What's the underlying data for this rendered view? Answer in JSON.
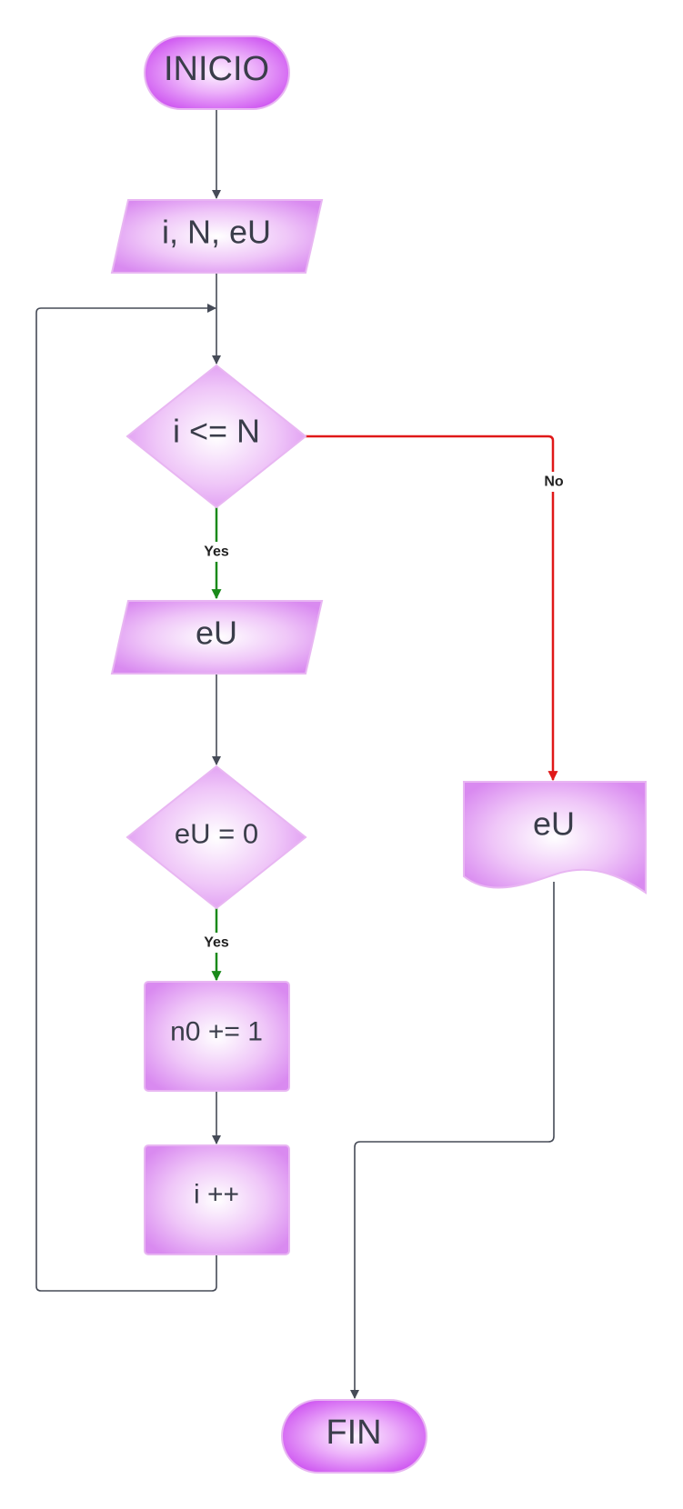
{
  "nodes": {
    "start": "INICIO",
    "input": "i, N, eU",
    "cond_loop": "i <= N",
    "read_eu": "eU",
    "cond_zero": "eU = 0",
    "increment_n0": "n0 += 1",
    "increment_i": "i ++",
    "output_eu": "eU",
    "end": "FIN"
  },
  "edge_labels": {
    "loop_yes": "Yes",
    "loop_no": "No",
    "zero_yes": "Yes"
  },
  "colors": {
    "terminal_fill": "#cc4ff0",
    "box_fill": "#d98af0",
    "box_border": "#e8b6f2",
    "arrow_default": "#464b57",
    "arrow_yes": "#1a8a1a",
    "arrow_no": "#e01818",
    "text": "#3a3d4a"
  }
}
